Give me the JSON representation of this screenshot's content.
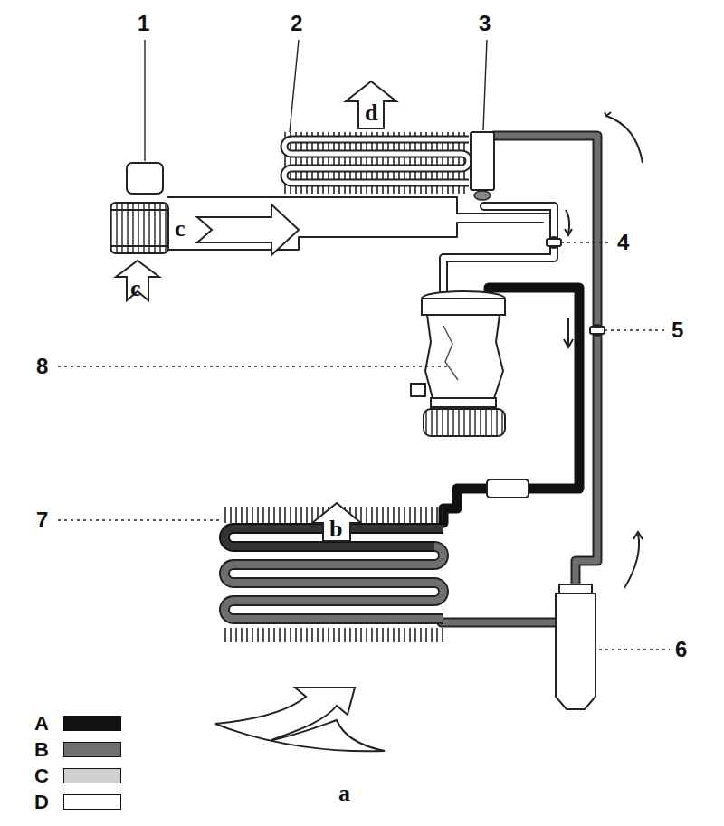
{
  "diagram": {
    "labels": [
      "1",
      "2",
      "3",
      "4",
      "5",
      "6",
      "7",
      "8",
      "a",
      "b",
      "c",
      "c",
      "d"
    ],
    "legend": [
      {
        "text": "A",
        "color": "#111111"
      },
      {
        "text": "B",
        "color": "#6e6e6e"
      },
      {
        "text": "C",
        "color": "#cfcfcf"
      },
      {
        "text": "D",
        "color": "#ffffff"
      }
    ]
  }
}
